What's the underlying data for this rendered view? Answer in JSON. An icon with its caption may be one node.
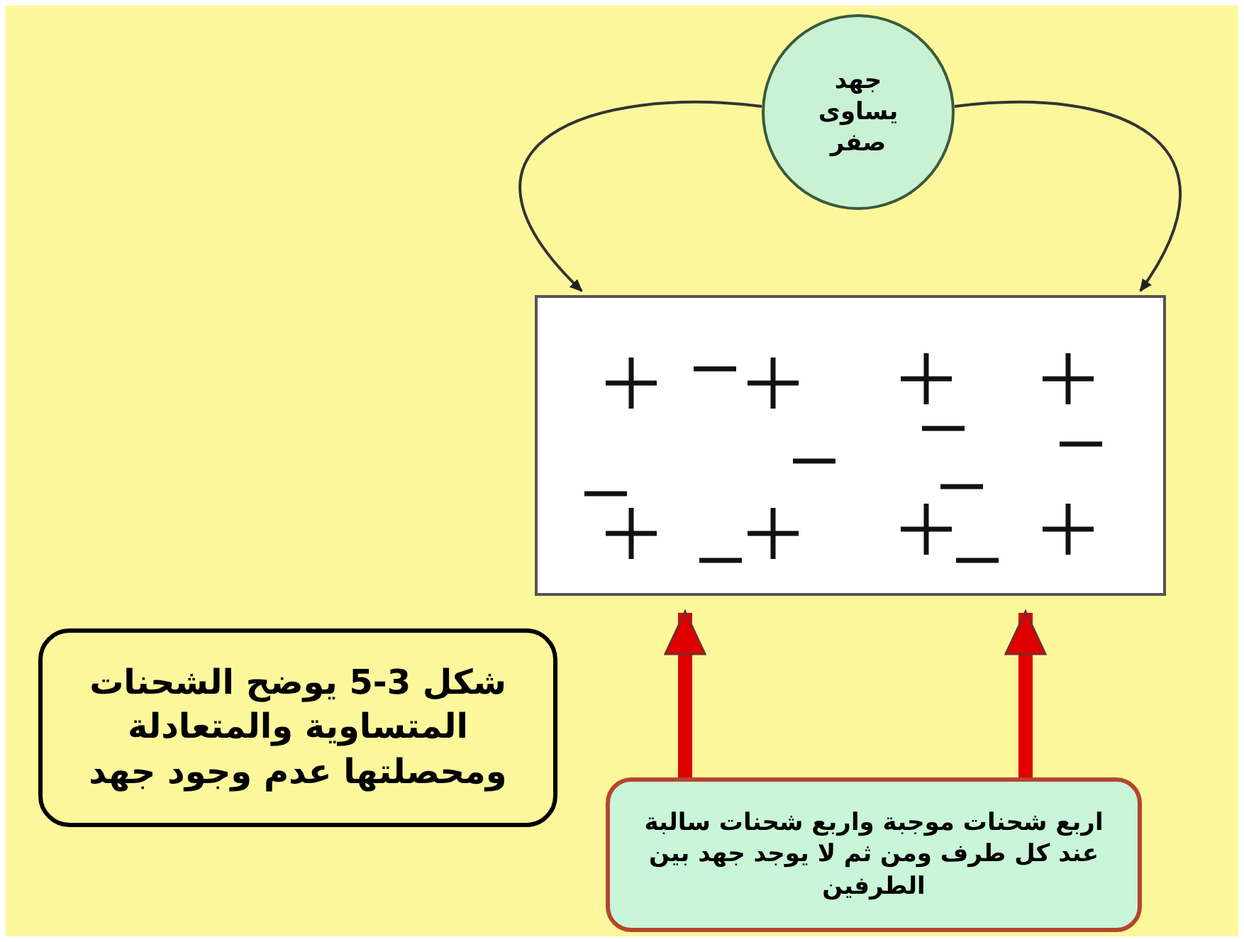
{
  "diagram": {
    "nodes": [
      {
        "text": [
          "جهد يساوى صفر"
        ]
      },
      {
        "text": [],
        "shape": "box"
      },
      {
        "text": [
          "شكل 3-5 يوضح الشحنات المتساوية والمتعادلة ومحصلتها عدم وجود جهد"
        ]
      },
      {
        "text": [
          "اربع شحنات موجبة واربع شحنات سالبة عند كل طرف ومن ثم لا يوجد جهد بين الطرفين"
        ]
      }
    ],
    "edges": [
      {
        "from": 0,
        "to": 1,
        "arrow": "to"
      },
      {
        "from": 0,
        "to": 1,
        "arrow": "to"
      },
      {
        "from": 3,
        "to": 1,
        "arrow": "to",
        "style": "thick",
        "color": "#e00000"
      },
      {
        "from": 3,
        "to": 1,
        "arrow": "to",
        "style": "thick",
        "color": "#e00000"
      }
    ]
  }
}
